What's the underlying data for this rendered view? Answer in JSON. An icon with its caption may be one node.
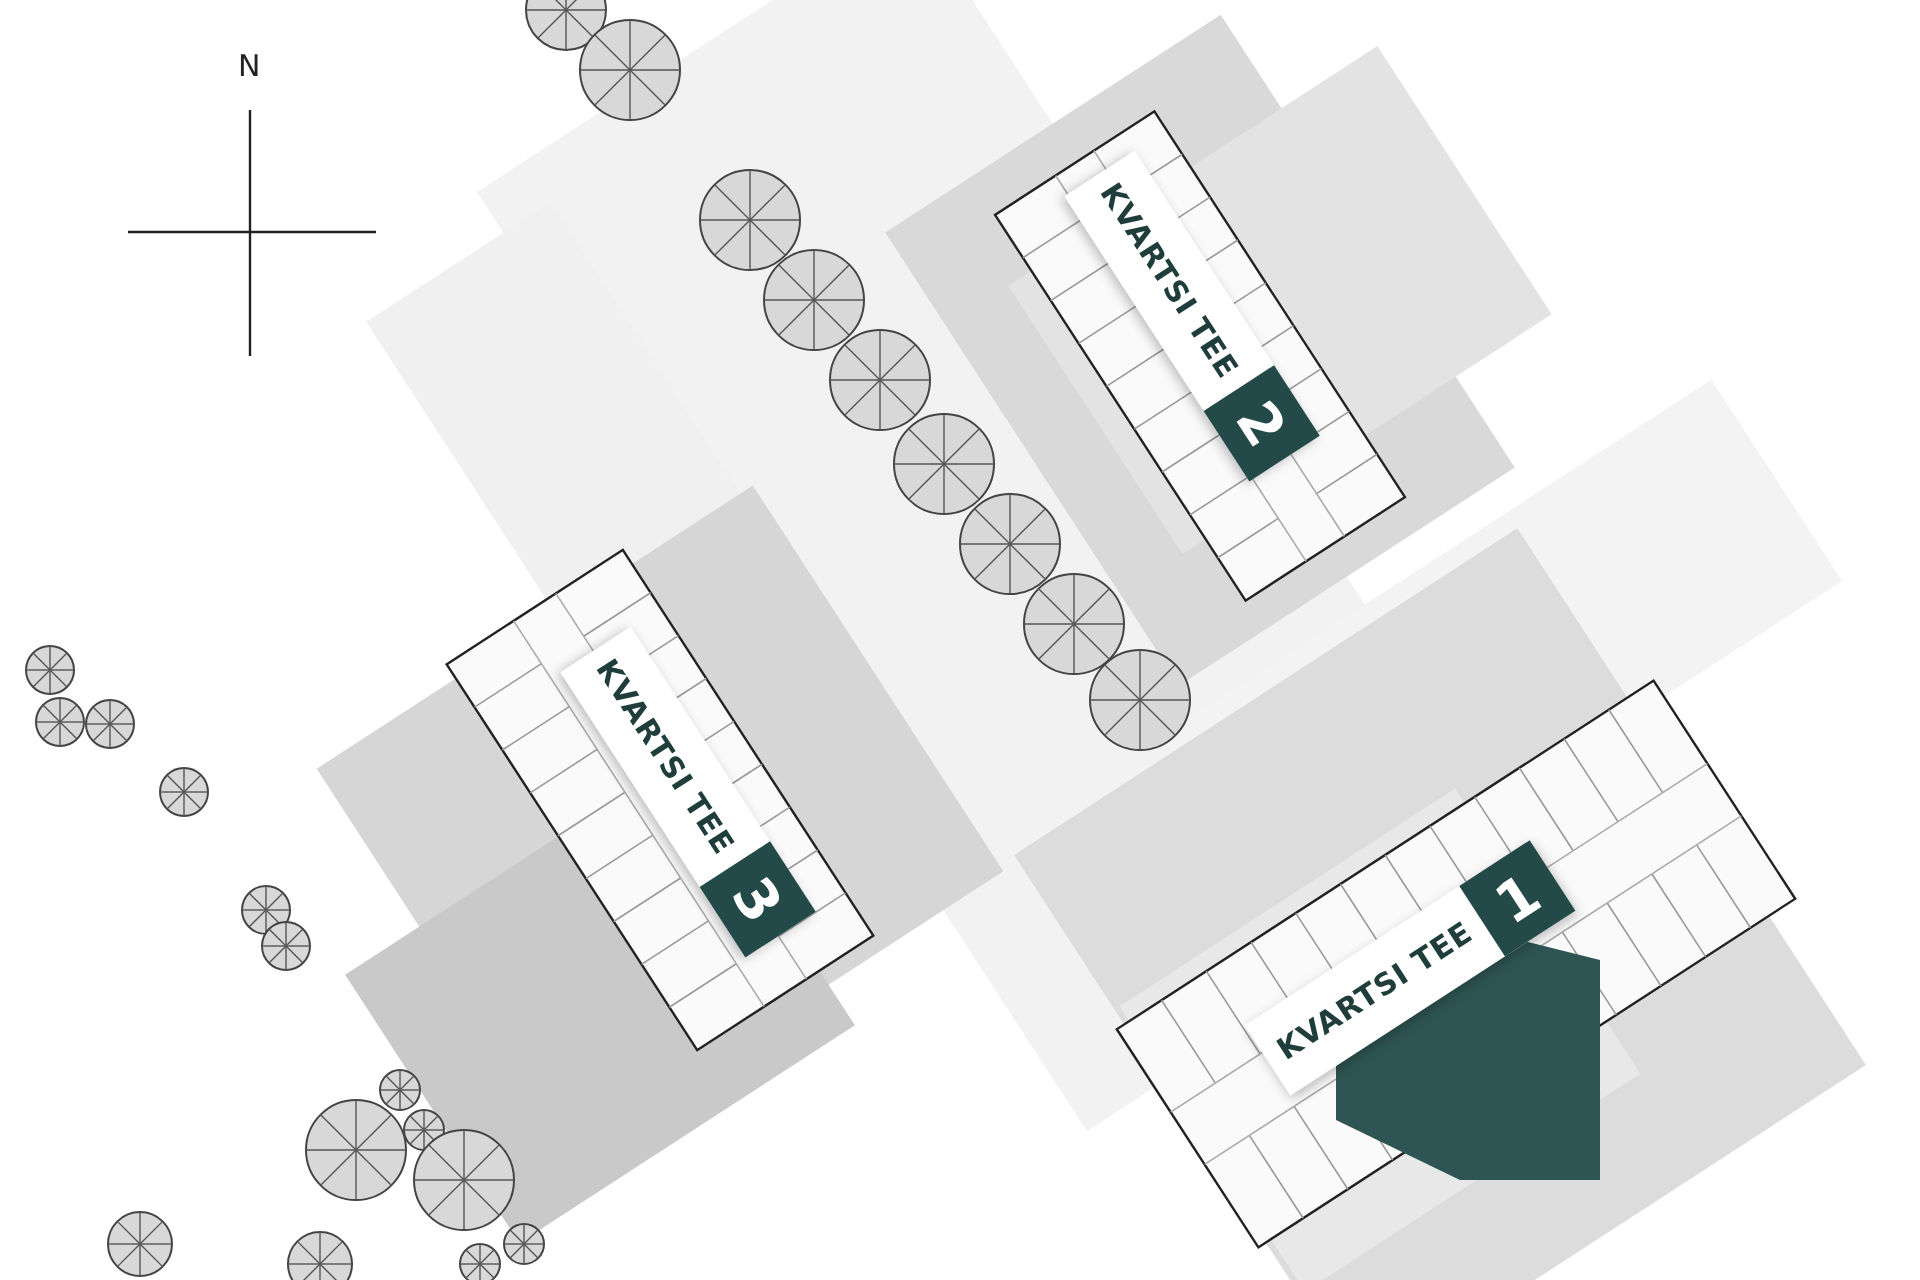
{
  "diagram": {
    "nodes": [
      {
        "text": [
          "KVARTSI TEE",
          "2"
        ]
      },
      {
        "text": [
          "KVARTSI TEE",
          "3"
        ]
      },
      {
        "text": [
          "KVARTSI TEE",
          "1"
        ]
      }
    ],
    "labels": [
      "N"
    ]
  }
}
